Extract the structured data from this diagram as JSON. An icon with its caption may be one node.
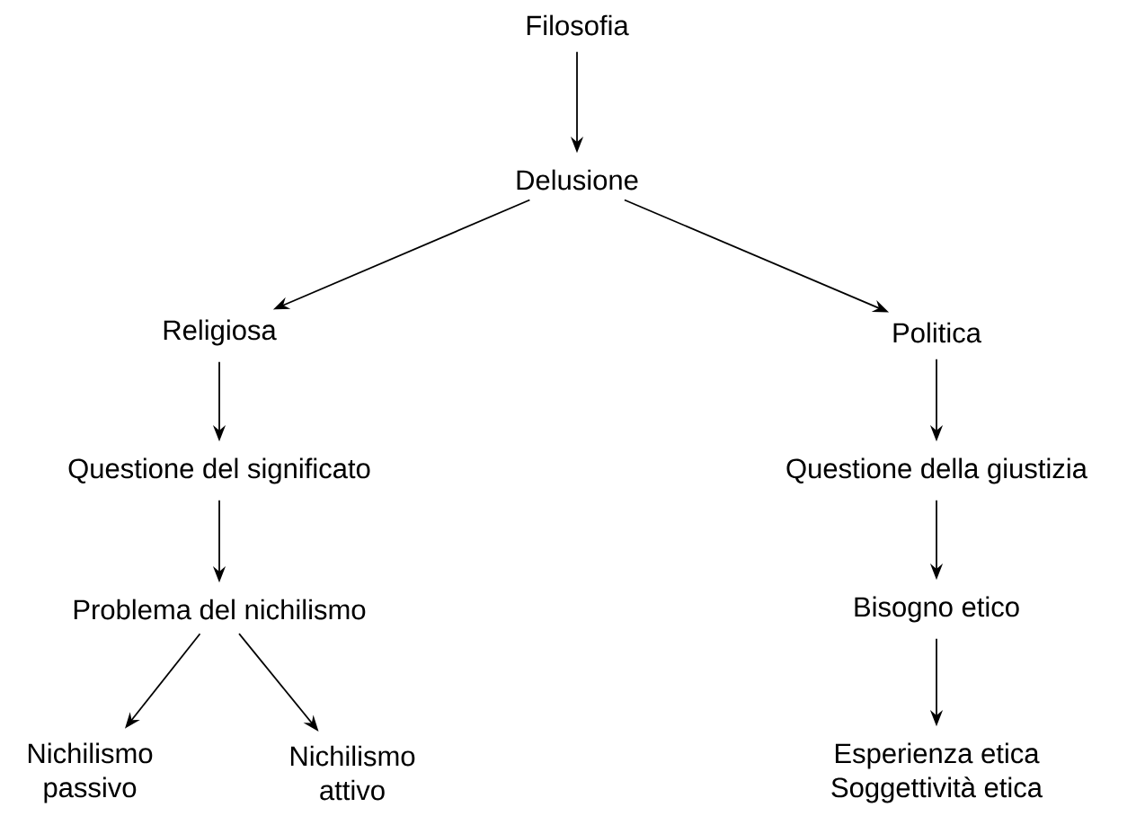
{
  "diagram": {
    "nodes": [
      {
        "text": [
          "Filosofia"
        ]
      },
      {
        "text": [
          "Delusione"
        ]
      },
      {
        "text": [
          "Religiosa"
        ]
      },
      {
        "text": [
          "Politica"
        ]
      },
      {
        "text": [
          "Questione del significato"
        ]
      },
      {
        "text": [
          "Questione della giustizia"
        ]
      },
      {
        "text": [
          "Problema del nichilismo"
        ]
      },
      {
        "text": [
          "Bisogno etico"
        ]
      },
      {
        "text": [
          "Nichilismo passivo"
        ]
      },
      {
        "text": [
          "Nichilismo attivo"
        ]
      },
      {
        "text": [
          "Esperienza etica",
          "Soggettività etica"
        ]
      }
    ],
    "edges": [
      {
        "from": 0,
        "to": 1,
        "arrow": "to"
      },
      {
        "from": 1,
        "to": 2,
        "arrow": "to"
      },
      {
        "from": 1,
        "to": 3,
        "arrow": "to"
      },
      {
        "from": 2,
        "to": 4,
        "arrow": "to"
      },
      {
        "from": 4,
        "to": 6,
        "arrow": "to"
      },
      {
        "from": 6,
        "to": 8,
        "arrow": "to"
      },
      {
        "from": 6,
        "to": 9,
        "arrow": "to"
      },
      {
        "from": 3,
        "to": 5,
        "arrow": "to"
      },
      {
        "from": 5,
        "to": 7,
        "arrow": "to"
      },
      {
        "from": 7,
        "to": 10,
        "arrow": "to"
      }
    ]
  }
}
